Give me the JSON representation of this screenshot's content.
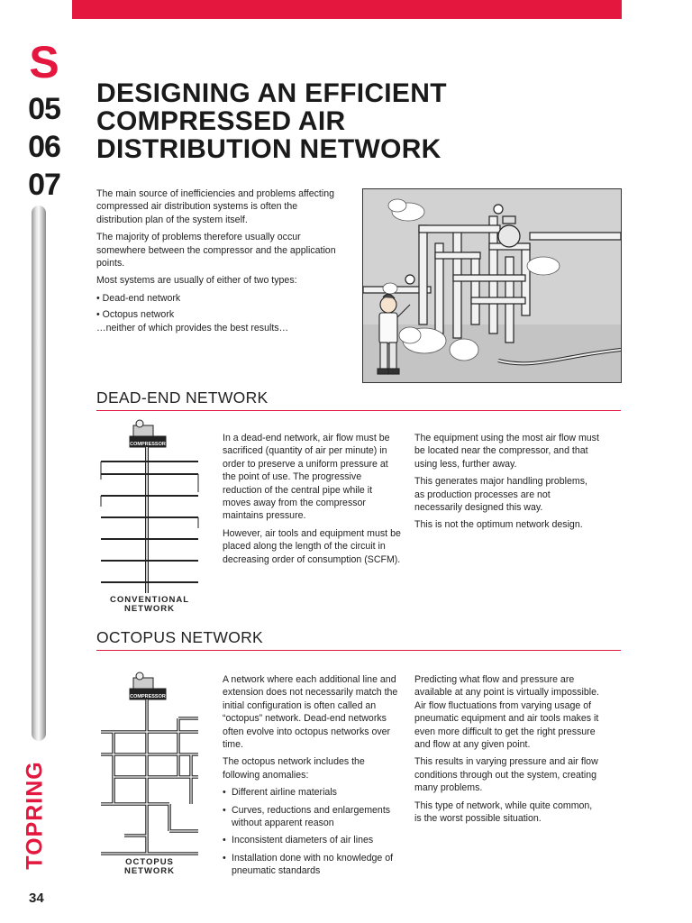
{
  "section": {
    "letter": "S",
    "numbers": [
      "05",
      "06",
      "07"
    ]
  },
  "brand": "TOPRING",
  "page_number": "34",
  "title": [
    "DESIGNING AN EFFICIENT",
    "COMPRESSED AIR",
    "DISTRIBUTION NETWORK"
  ],
  "intro": {
    "p1": "The main source of inefficiencies and problems affecting compressed air distribution systems is often the distribution plan of the system itself.",
    "p2": "The majority of problems therefore usually occur somewhere between the compressor and the application points.",
    "p3": "Most systems are usually of either of two types:",
    "b1": "• Dead-end network",
    "b2": "• Octopus network",
    "b3": "…neither of which provides the best results…"
  },
  "dead_end": {
    "heading": "DEAD-END NETWORK",
    "diagram_label": "COMPRESSOR",
    "caption1": "CONVENTIONAL",
    "caption2": "NETWORK",
    "col1_p1": "In a dead-end network, air flow must be sacrificed (quantity of air per minute) in order to preserve a uniform pressure at the point of use. The progressive reduction of the central pipe while it moves away from the compressor maintains pressure.",
    "col1_p2": "However, air tools and equipment must be placed along the length of the circuit in decreasing order of consumption (SCFM).",
    "col2_p1": "The equipment using the most air flow must be located near the compressor, and that using less, further away.",
    "col2_p2": "This generates major handling problems, as production processes are not necessarily designed this way.",
    "col2_p3": "This is not the optimum network design."
  },
  "octopus": {
    "heading": "OCTOPUS NETWORK",
    "diagram_label": "COMPRESSOR",
    "caption1": "OCTOPUS",
    "caption2": "NETWORK",
    "col1_p1": "A network where each additional line and extension does not necessarily match the initial configuration is often called an “octopus” network. Dead-end networks often evolve into octopus networks over time.",
    "col1_p2": "The octopus network includes the following anomalies:",
    "bullets": [
      "Different airline materials",
      "Curves, reductions and enlargements without apparent reason",
      "Inconsistent diameters of air lines",
      "Installation done with no knowledge of pneumatic standards"
    ],
    "col2_p1": "Predicting what flow and pressure are available at any point is virtually impossible. Air flow fluctuations from varying usage of pneumatic equipment and air tools makes it even more difficult to get the right pressure and flow at any given point.",
    "col2_p2": "This results in varying pressure and air flow conditions through out the system, creating many problems.",
    "col2_p3": "This type of network, while quite common, is the worst possible situation."
  },
  "colors": {
    "accent": "#e4173e",
    "text": "#222222"
  }
}
